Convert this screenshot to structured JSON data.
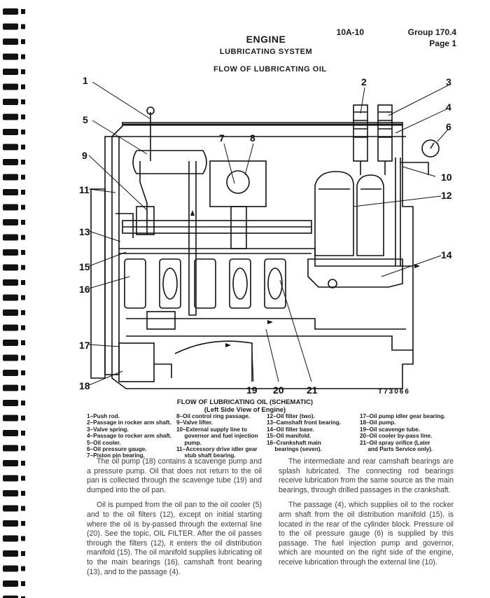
{
  "header": {
    "code": "10A-10",
    "group": "Group 170.4",
    "page": "Page 1",
    "title": "ENGINE",
    "subtitle": "LUBRICATING SYSTEM"
  },
  "figure": {
    "title": "FLOW OF LUBRICATING OIL",
    "figure_number": "T73066",
    "callouts": [
      "1",
      "2",
      "3",
      "4",
      "5",
      "6",
      "7",
      "8",
      "9",
      "10",
      "11",
      "12",
      "13",
      "14",
      "15",
      "16",
      "17",
      "18",
      "19",
      "20",
      "21"
    ],
    "caption_line1": "FLOW OF LUBRICATING OIL (SCHEMATIC)",
    "caption_line2": "(Left Side View of Engine)"
  },
  "legend": {
    "col1": [
      "1–Push rod.",
      "2–Passage in rocker arm shaft.",
      "3–Valve spring.",
      "4–Passage to rocker arm shaft.",
      "5–Oil cooler.",
      "6–Oil pressure gauge.",
      "7–Piston pin bearing."
    ],
    "col2": [
      "8–Oil control ring passage.",
      "9–Valve lifter.",
      "10–External supply line to",
      "     governor and fuel injection",
      "     pump.",
      "11–Accessory drive idler gear",
      "     stub shaft bearing."
    ],
    "col3": [
      "12–Oil filter (two).",
      "13–Camshaft front bearing.",
      "14–Oil filter base.",
      "15–Oil manifold.",
      "16–Crankshaft main",
      "     bearings (seven)."
    ],
    "col4": [
      "17–Oil pump idler gear bearing.",
      "18–Oil pump.",
      "19–Oil scavenge tube.",
      "20–Oil cooler by-pass line.",
      "21–Oil spray orifice (Later",
      "     and Parts Service only)."
    ]
  },
  "text": {
    "p1": "The oil pump (18) contains a scavenge pump and a pressure pump. Oil that does not return to the oil pan is collected through the scavenge tube (19) and dumped into the oil pan.",
    "p2": "Oil is pumped from the oil pan to the oil cooler (5) and to the oil filters (12), except on initial starting where the oil is by-passed through the external line (20). See the topic, OIL FILTER. After the oil passes through the filters (12), it enters the oil distribution manifold (15). The oil manifold supplies lubricating oil to the main bearings (16), camshaft front bearing (13), and to the passage (4).",
    "p3": "The intermediate and rear camshaft bearings are splash lubricated. The connecting rod bearings receive lubrication from the same source as the main bearings, through drilled passages in the crankshaft.",
    "p4": "The passage (4), which supplies oil to the rocker arm shaft from the oil distribution manifold (15), is located in the rear of the cylinder block. Pressure oil to the oil pressure gauge (6) is supplied by this passage. The fuel injection pump and governor, which are mounted on the right side of the engine, receive lubrication through the external line (10)."
  }
}
